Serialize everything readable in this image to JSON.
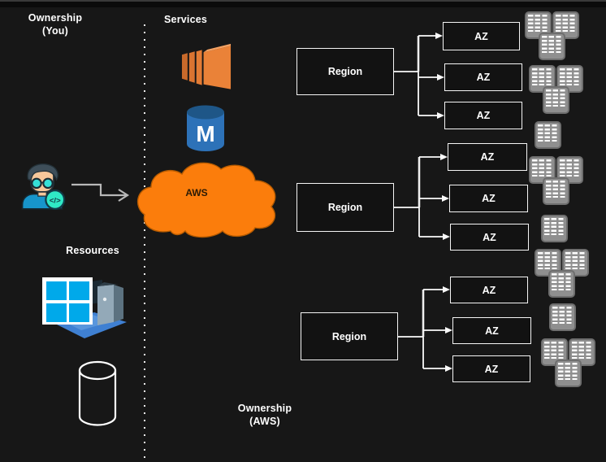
{
  "canvas": {
    "background": "#171717"
  },
  "labels": {
    "ownership_you": {
      "line1": "Ownership",
      "line2": "(You)"
    },
    "services": "Services",
    "resources": "Resources",
    "ownership_aws": {
      "line1": "Ownership",
      "line2": "(AWS)"
    },
    "cloud": "AWS"
  },
  "icons": {
    "ec2": "aws-ec2-instances-icon",
    "database_m": {
      "name": "database-cylinder-m-icon",
      "letter": "M"
    },
    "developer": {
      "name": "developer-avatar-icon",
      "badge_glyph": "</>"
    },
    "windows_pc": "windows-pc-icon",
    "database_outline": "database-cylinder-outline-icon",
    "server_racks": "server-racks-icon"
  },
  "diagram": {
    "regions": [
      {
        "label": "Region",
        "azs": [
          "AZ",
          "AZ",
          "AZ"
        ]
      },
      {
        "label": "Region",
        "azs": [
          "AZ",
          "AZ",
          "AZ"
        ]
      },
      {
        "label": "Region",
        "azs": [
          "AZ",
          "AZ",
          "AZ"
        ]
      }
    ]
  },
  "colors": {
    "cloud_orange": "#FB7D0C",
    "ec2_orange": "#E8803A",
    "db_blue": "#2D72B8",
    "db_blue_dark": "#1E5687",
    "windows_blue": "#00A9EA",
    "rack_gray": "#8F8F8F",
    "connector_white": "#FAFAFA",
    "connector_gray": "#8C8C8C",
    "arrow_gray": "#B8B8B8",
    "text_white": "#FFFFFF",
    "avatar_badge_teal": "#2FE9C6",
    "avatar_shirt_blue": "#1795CB"
  }
}
